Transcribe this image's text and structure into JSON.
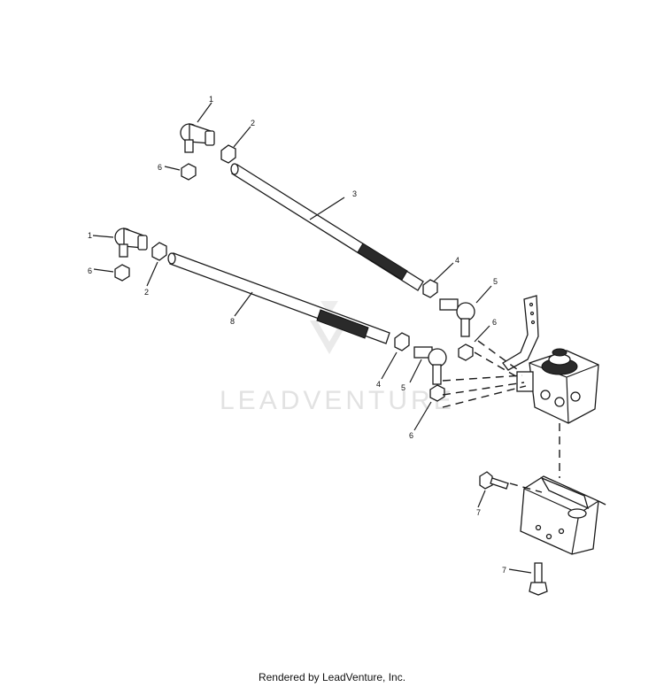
{
  "watermark": {
    "text": "LEADVENTURE"
  },
  "footer": {
    "credit": "Rendered by LeadVenture, Inc."
  },
  "callouts": {
    "c1_top": "1",
    "c2_top": "2",
    "c6_top": "6",
    "c3": "3",
    "c1_mid": "1",
    "c6_mid": "6",
    "c2_mid": "2",
    "c8": "8",
    "c4_upper": "4",
    "c5_upper": "5",
    "c6_right": "6",
    "c4_lower": "4",
    "c5_lower": "5",
    "c6_lower": "6",
    "c7_upper": "7",
    "c7_lower": "7"
  }
}
